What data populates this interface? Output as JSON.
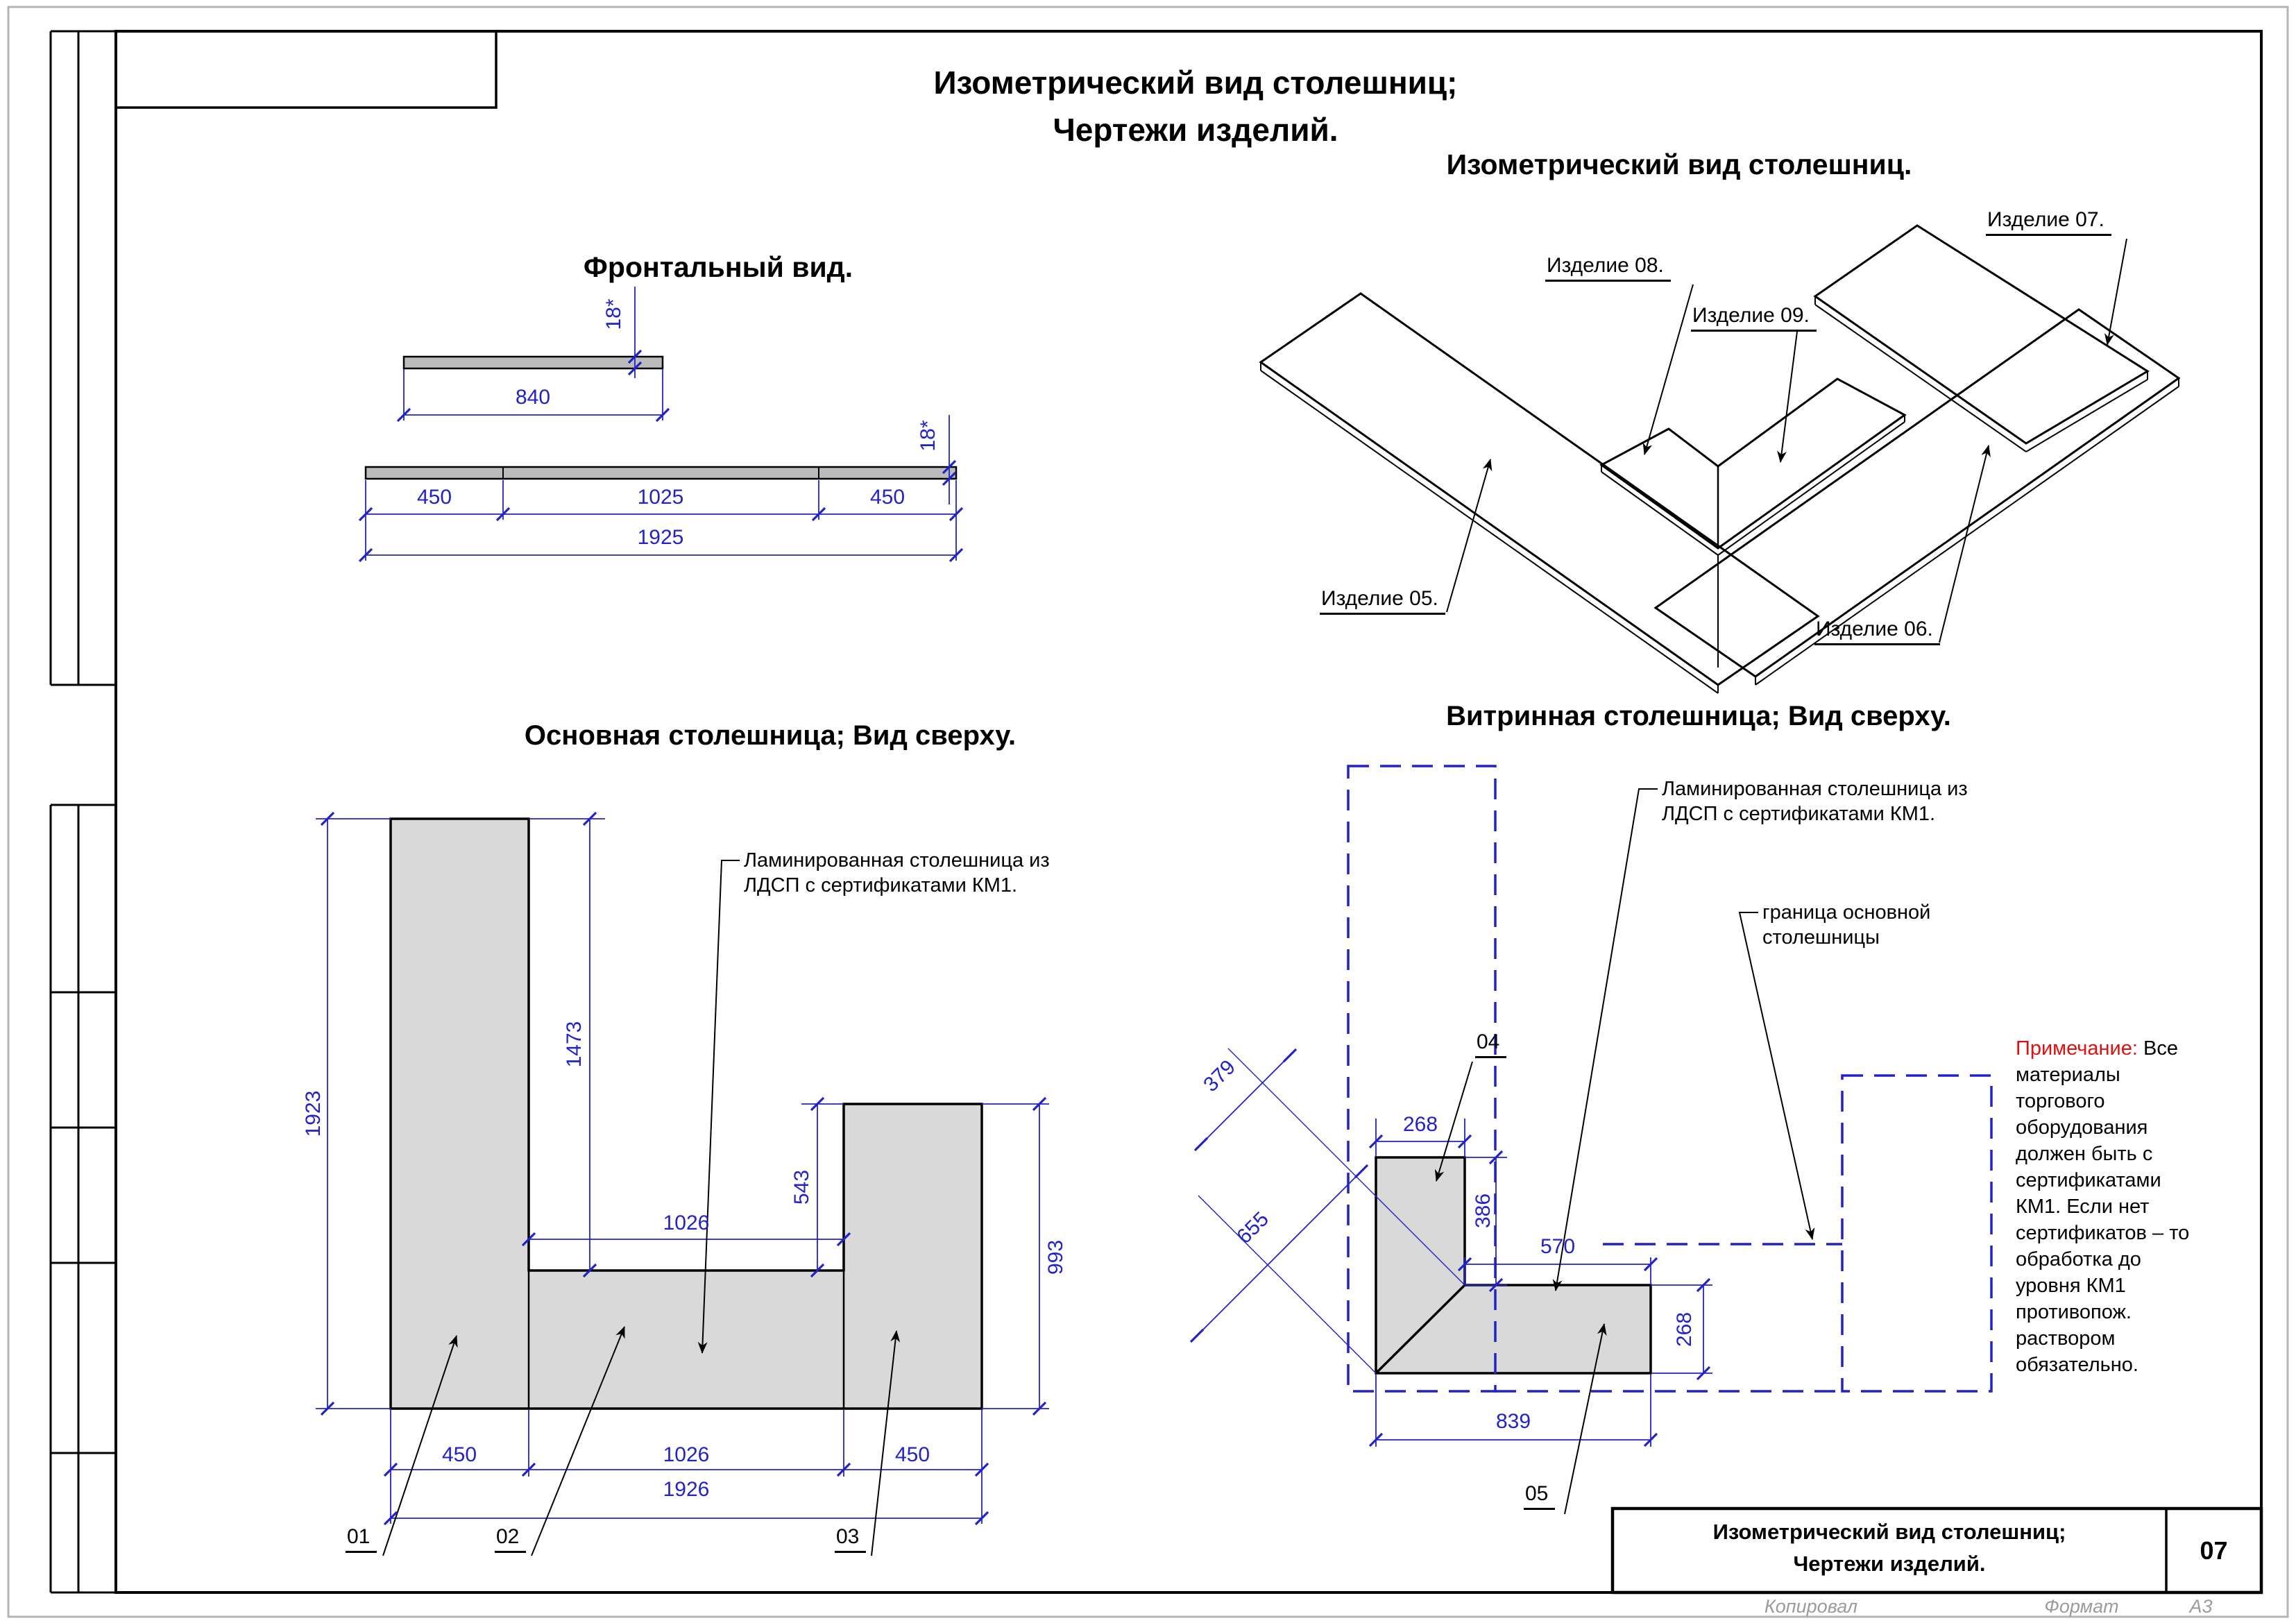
{
  "main_title": {
    "line1": "Изометрический вид столешниц;",
    "line2": "Чертежи изделий."
  },
  "front_view": {
    "title": "Фронтальный вид.",
    "dim_thickness_top": "18*",
    "dim_width_top": "840",
    "dim_thickness_bottom": "18*",
    "dim_left": "450",
    "dim_mid": "1025",
    "dim_right": "450",
    "dim_total": "1925"
  },
  "iso_view": {
    "title": "Изометрический вид столешниц.",
    "label_05": "Изделие 05.",
    "label_06": "Изделие 06.",
    "label_07": "Изделие 07.",
    "label_08": "Изделие 08.",
    "label_09": "Изделие 09."
  },
  "main_view": {
    "title": "Основная столешница; Вид сверху.",
    "callout_line1": "Ламинированная столешница из",
    "callout_line2": "ЛДСП с сертификатами КМ1.",
    "dim_height_left": "1923",
    "dim_inner_height": "1473",
    "dim_notch_height": "543",
    "dim_height_right": "993",
    "dim_inner_width": "1026",
    "dim_bottom_left": "450",
    "dim_bottom_mid": "1026",
    "dim_bottom_right": "450",
    "dim_bottom_total": "1926",
    "part_01": "01",
    "part_02": "02",
    "part_03": "03"
  },
  "showcase_view": {
    "title": "Витринная столешница; Вид сверху.",
    "callout1_line1": "Ламинированная столешница из",
    "callout1_line2": "ЛДСП с сертификатами КМ1.",
    "callout2_line1": "граница основной",
    "callout2_line2": "столешницы",
    "dim_top_width": "268",
    "dim_diag_width": "379",
    "dim_diag_height": "655",
    "dim_inner_height": "386",
    "dim_top_len": "570",
    "dim_right_height": "268",
    "dim_bottom_len": "839",
    "part_04": "04",
    "part_05": "05"
  },
  "note": {
    "label": "Примечание:",
    "line1_rest": " Все",
    "lines": [
      "материалы",
      "торгового",
      "оборудования",
      "должен быть с",
      "сертификатами",
      "КМ1. Если нет",
      "сертификатов – то",
      "обработка до",
      "уровня КМ1",
      "противопож.",
      "раствором",
      "обязательно."
    ]
  },
  "title_block": {
    "line1": "Изометрический вид столешниц;",
    "line2": "Чертежи изделий.",
    "sheet": "07"
  },
  "footer": {
    "copied": "Копировал",
    "format_label": "Формат",
    "format_value": "A3"
  }
}
